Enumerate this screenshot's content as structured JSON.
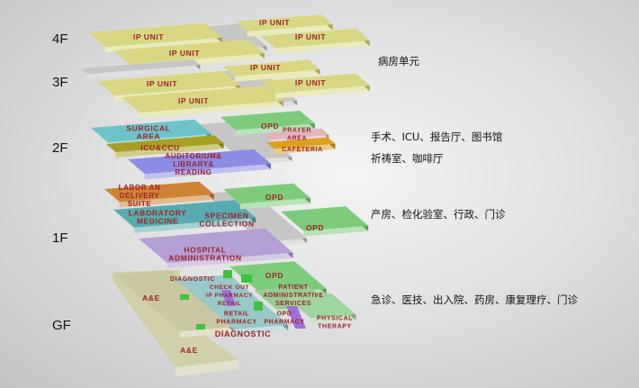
{
  "floor_labels": [
    "4F",
    "3F",
    "2F",
    "1F",
    "GF"
  ],
  "descriptions": {
    "upper_floors": "病房单元",
    "floor2_line1": "手术、ICU、报告厅、图书馆",
    "floor2_line2": "祈祷室、咖啡厅",
    "floor1": "产房、检化验室、行政、门诊",
    "ground": "急诊、医技、出入院、药房、康复理疗、门诊"
  },
  "rooms": {
    "ip_unit": "IP UNIT",
    "surgical_area": [
      "SURGICAL",
      "AREA"
    ],
    "icu_ccu": "ICU&CCU",
    "auditorium": [
      "AUDITORIUM&",
      "LIBRARY&",
      "READING"
    ],
    "opd": "OPD",
    "prayer_area": [
      "PRAYER",
      "AREA"
    ],
    "cafeteria": "CAFETERIA",
    "labor_delivery": [
      "LABOR AN",
      "DELIVERY",
      "SUITE"
    ],
    "laboratory_medicine": [
      "LABORATORY",
      "MEDICINE"
    ],
    "specimen_collection": [
      "SPECIMEN",
      "COLLECTION"
    ],
    "hospital_administration": [
      "HOSPITAL",
      "ADMINISTRATION"
    ],
    "a_and_e": "A&E",
    "diagnostic": "DIAGNOSTIC",
    "checkout_pharmacy": [
      "CHECK OUT",
      "IP PHARMACY",
      "RETAIL"
    ],
    "retail_pharmacy": [
      "RETAIL",
      "PHARMACY"
    ],
    "patient_admin": [
      "PATIENT",
      "ADMINISTRATIVE",
      "SERVICES"
    ],
    "opd_pharmacy": [
      "OPD",
      "PHARMACY"
    ],
    "physical_therapy": [
      "PHYSICAL",
      "THERAPY"
    ]
  },
  "colors": {
    "ip_unit": "#d8d884",
    "corridor": "#c6c6c6",
    "surgical": "#6cc4c8",
    "icu": "#a8a024",
    "auditorium": "#8c8ce6",
    "opd": "#7ccc7c",
    "prayer": "#e2b4bc",
    "cafeteria": "#dca020",
    "labor": "#cc8434",
    "laboratory": "#58acb0",
    "administration": "#b4a0d4",
    "a_and_e": "#cac8a2",
    "diagnostic": "#98c8c8",
    "accent_green": "#3cc43c",
    "pharmacy_purple": "#a070d8",
    "label_text": "#a0202a"
  }
}
